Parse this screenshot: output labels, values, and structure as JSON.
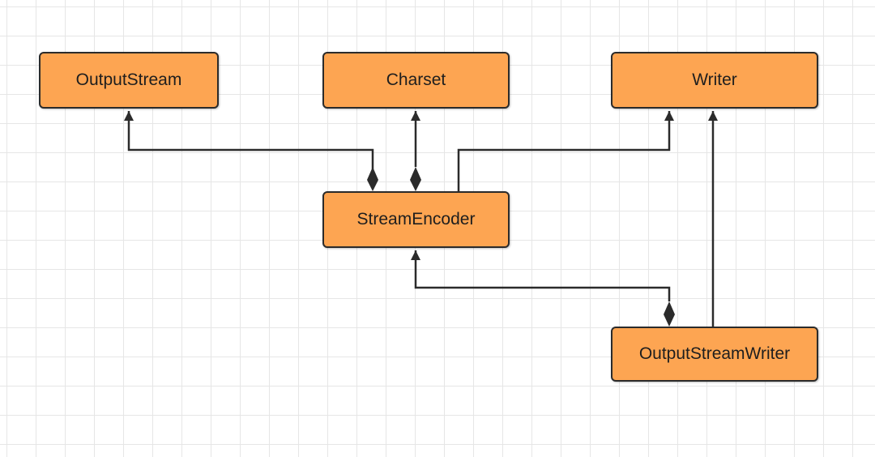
{
  "diagram": {
    "colors": {
      "node_fill": "#fda552",
      "node_border": "#2b2b2b",
      "edge": "#2b2b2b",
      "grid": "#e6e6e6"
    },
    "nodes": [
      {
        "id": "outputstream",
        "label": "OutputStream"
      },
      {
        "id": "charset",
        "label": "Charset"
      },
      {
        "id": "writer",
        "label": "Writer"
      },
      {
        "id": "streamencoder",
        "label": "StreamEncoder"
      },
      {
        "id": "osw",
        "label": "OutputStreamWriter"
      }
    ],
    "edges": [
      {
        "id": "streamencoder-outputstream",
        "from": "streamencoder",
        "to": "outputstream",
        "type": "composition"
      },
      {
        "id": "streamencoder-charset",
        "from": "streamencoder",
        "to": "charset",
        "type": "composition"
      },
      {
        "id": "streamencoder-writer",
        "from": "streamencoder",
        "to": "writer",
        "type": "inheritance"
      },
      {
        "id": "osw-streamencoder",
        "from": "osw",
        "to": "streamencoder",
        "type": "composition"
      },
      {
        "id": "osw-writer",
        "from": "osw",
        "to": "writer",
        "type": "inheritance"
      }
    ]
  }
}
